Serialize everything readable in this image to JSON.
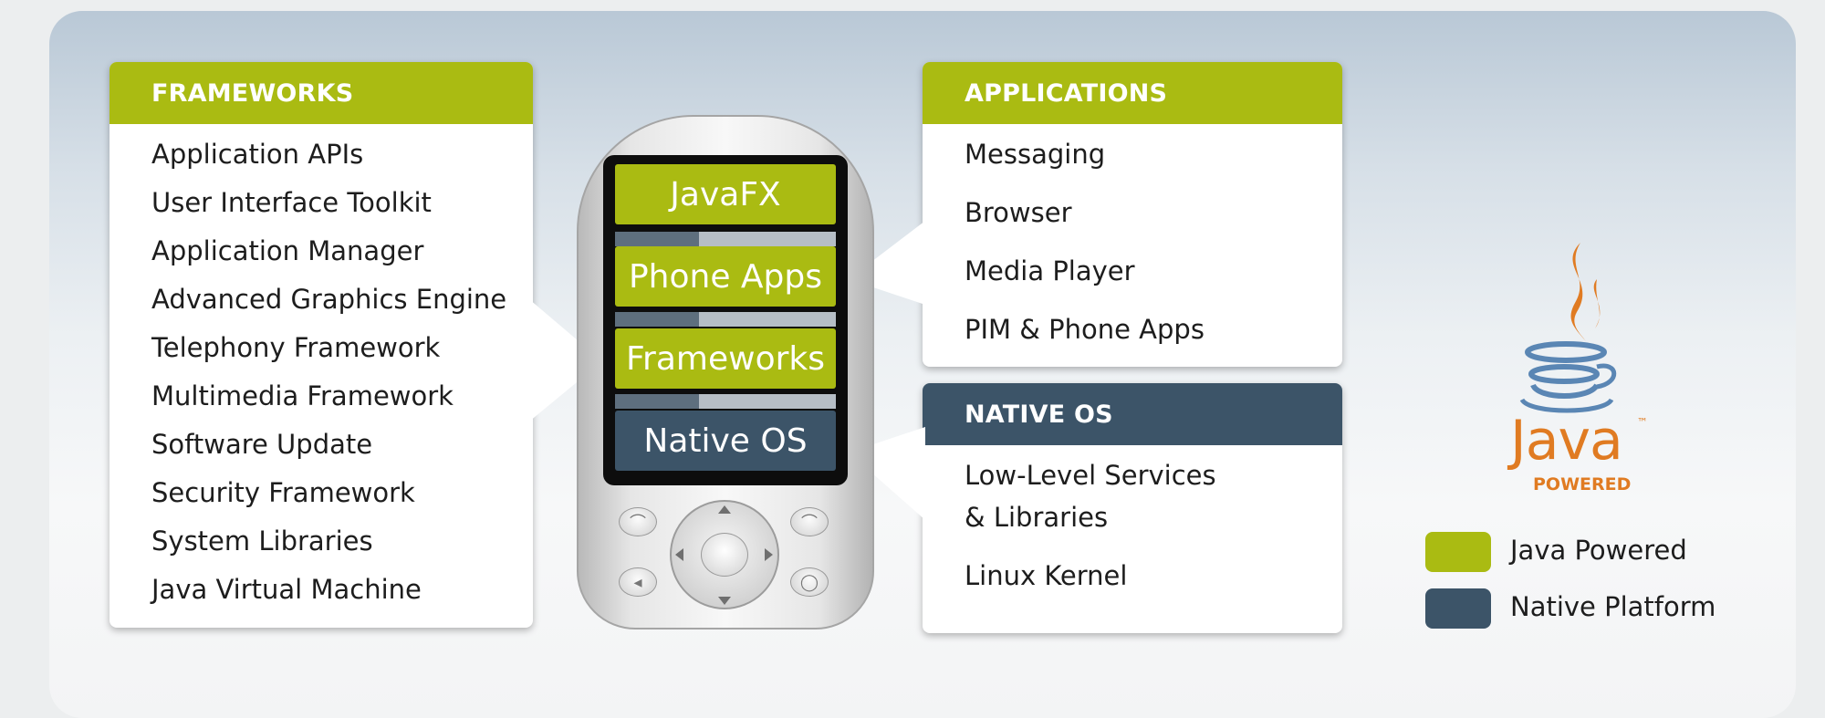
{
  "frameworks": {
    "title": "FRAMEWORKS",
    "items": [
      "Application APIs",
      "User Interface Toolkit",
      "Application Manager",
      "Advanced Graphics Engine",
      "Telephony Framework",
      "Multimedia Framework",
      "Software Update",
      "Security Framework",
      "System Libraries",
      "Java Virtual Machine"
    ]
  },
  "applications": {
    "title": "APPLICATIONS",
    "items": [
      "Messaging",
      "Browser",
      "Media Player",
      "PIM & Phone Apps"
    ]
  },
  "native_os": {
    "title": "NATIVE OS",
    "items": [
      "Low-Level Services",
      "& Libraries",
      "Linux Kernel"
    ]
  },
  "phone_layers": [
    "JavaFX",
    "Phone Apps",
    "Frameworks",
    "Native OS"
  ],
  "logo": {
    "word": "Java",
    "tm": "™",
    "powered": "POWERED"
  },
  "legend": [
    {
      "label": "Java Powered",
      "color": "#aabb12"
    },
    {
      "label": "Native Platform",
      "color": "#3c5468"
    }
  ],
  "colors": {
    "java_green": "#aabb12",
    "native_navy": "#3c5468",
    "java_orange": "#e07b22",
    "java_blue": "#5a86b4"
  }
}
